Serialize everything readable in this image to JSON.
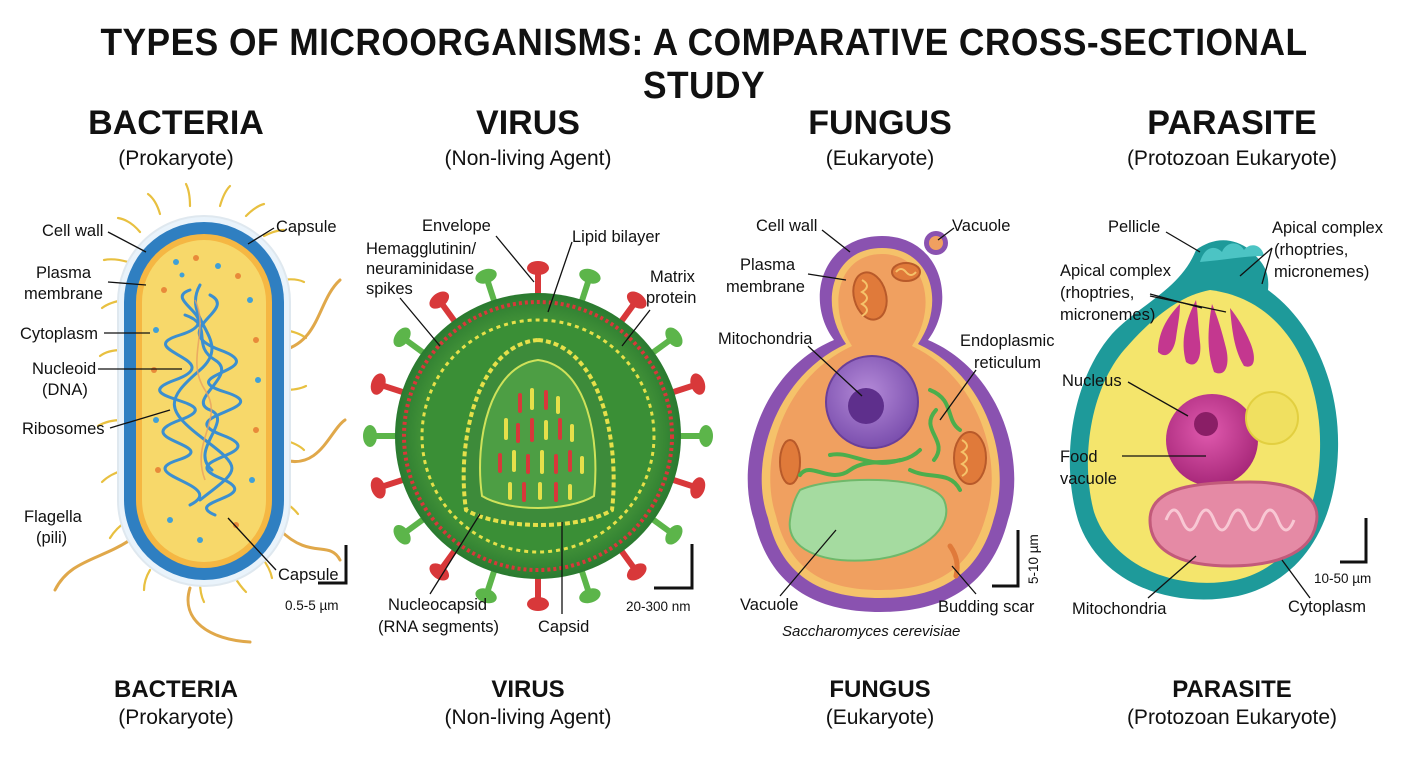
{
  "title": "TYPES OF MICROORGANISMS: A COMPARATIVE CROSS-SECTIONAL STUDY",
  "panels": [
    {
      "name": "BACTERIA",
      "subtitle": "(Prokaryote)",
      "labels": {
        "cell_wall": "Cell wall",
        "capsule_top": "Capsule",
        "plasma_1": "Plasma",
        "plasma_2": "membrane",
        "cytoplasm": "Cytoplasm",
        "nucleoid_1": "Nucleoid",
        "nucleoid_2": "(DNA)",
        "ribosomes": "Ribosomes",
        "flagella_1": "Flagella",
        "flagella_2": "(pili)",
        "capsule_bottom": "Capsule"
      },
      "scale": "0.5-5 µm"
    },
    {
      "name": "VIRUS",
      "subtitle": "(Non-living Agent)",
      "labels": {
        "envelope": "Envelope",
        "lipid": "Lipid bilayer",
        "hema_1": "Hemagglutinin/",
        "hema_2": "neuraminidase",
        "hema_3": "spikes",
        "matrix_1": "Matrix",
        "matrix_2": "protein",
        "nucleo_1": "Nucleocapsid",
        "nucleo_2": "(RNA segments)",
        "capsid": "Capsid"
      },
      "scale": "20-300 nm"
    },
    {
      "name": "FUNGUS",
      "subtitle": "(Eukaryote)",
      "labels": {
        "cell_wall": "Cell wall",
        "vacuole_top": "Vacuole",
        "plasma_1": "Plasma",
        "plasma_2": "membrane",
        "mito": "Mitochondria",
        "er_1": "Endoplasmic",
        "er_2": "reticulum",
        "vacuole_bottom": "Vacuole",
        "budding": "Budding scar"
      },
      "species": "Saccharomyces cerevisiae",
      "scale": "5-10 µm"
    },
    {
      "name": "PARASITE",
      "subtitle": "(Protozoan Eukaryote)",
      "labels": {
        "pellicle": "Pellicle",
        "apical_r1": "Apical complex",
        "apical_r2": "(rhoptries,",
        "apical_r3": "micronemes)",
        "apical_l1": "Apical complex",
        "apical_l2": "(rhoptries,",
        "apical_l3": "micronemes)",
        "nucleus": "Nucleus",
        "food_1": "Food",
        "food_2": "vacuole",
        "mito": "Mitochondria",
        "cytoplasm": "Cytoplasm"
      },
      "scale": "10-50 µm"
    }
  ],
  "colors": {
    "bacteria_wall": "#2f7fc1",
    "bacteria_cytoplasm": "#f7d86a",
    "bacteria_dna": "#3b8fd0",
    "virus_envelope": "#2e8b3a",
    "virus_spike_red": "#d8383a",
    "virus_spike_green": "#5cb54a",
    "fungus_wall": "#8a52b0",
    "fungus_cytoplasm": "#f0a060",
    "parasite_pellicle": "#1e9a9a",
    "parasite_cytoplasm": "#f4e56c",
    "parasite_nucleus": "#c4378f"
  }
}
